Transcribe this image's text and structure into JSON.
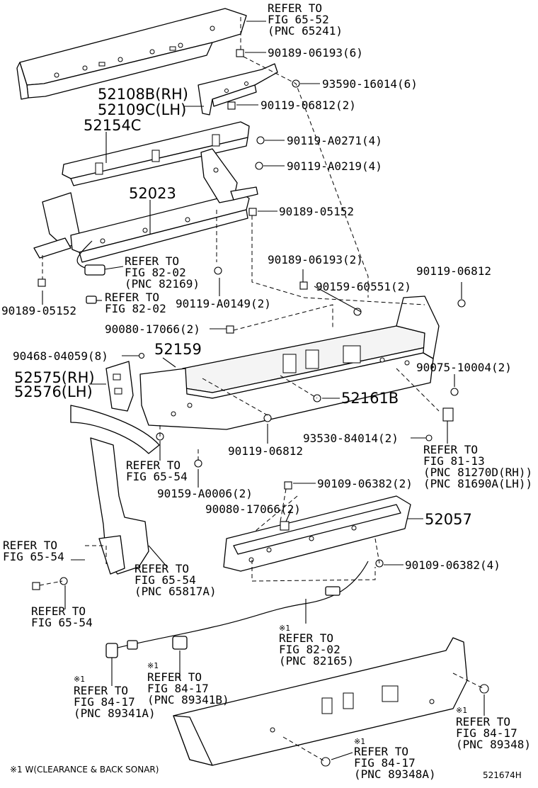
{
  "callouts": {
    "refer_65_52": [
      "REFER TO",
      "FIG 65-52",
      "(PNC 65241)"
    ],
    "p_90189_06193_6": "90189-06193(6)",
    "p_93590_16014_6": "93590-16014(6)",
    "p_52108B": "52108B(RH)",
    "p_52109C": "52109C(LH)",
    "p_90119_06812_2": "90119-06812(2)",
    "p_52154C": "52154C",
    "p_90119_A0271_4": "90119-A0271(4)",
    "p_90119_A0219_4": "90119-A0219(4)",
    "p_52023": "52023",
    "p_90189_05152_r": "90189-05152",
    "refer_82_02_a": [
      "REFER TO",
      "FIG 82-02",
      "(PNC 82169)"
    ],
    "refer_82_02_b": [
      "REFER TO",
      "FIG 82-02"
    ],
    "p_90189_05152_l": "90189-05152",
    "p_90119_A0149_2": "90119-A0149(2)",
    "p_90189_06193_2": "90189-06193(2)",
    "p_90159_60551_2": "90159-60551(2)",
    "p_90119_06812_r": "90119-06812",
    "p_90080_17066_2_a": "90080-17066(2)",
    "p_90468_04059_8": "90468-04059(8)",
    "p_52159": "52159",
    "p_52575": "52575(RH)",
    "p_52576": "52576(LH)",
    "p_90075_10004_2": "90075-10004(2)",
    "p_52161B": "52161B",
    "p_93530_84014_2": "93530-84014(2)",
    "refer_81_13": [
      "REFER TO",
      "FIG 81-13",
      "(PNC 81270D(RH))",
      "(PNC 81690A(LH))"
    ],
    "p_90119_06812_c": "90119-06812",
    "refer_65_54_a": [
      "REFER TO",
      "FIG 65-54"
    ],
    "p_90159_A0006_2": "90159-A0006(2)",
    "p_90109_06382_2": "90109-06382(2)",
    "p_90080_17066_2_b": "90080-17066(2)",
    "p_52057": "52057",
    "refer_65_54_b": [
      "REFER TO",
      "FIG 65-54"
    ],
    "refer_65_54_c": [
      "REFER TO",
      "FIG 65-54",
      "(PNC 65817A)"
    ],
    "p_90109_06382_4": "90109-06382(4)",
    "refer_65_54_d": [
      "REFER TO",
      "FIG 65-54"
    ],
    "refer_82_02_c": [
      "※1",
      "REFER TO",
      "FIG 82-02",
      "(PNC 82165)"
    ],
    "refer_84_17_a": [
      "※1",
      "REFER TO",
      "FIG 84-17",
      "(PNC 89341A)"
    ],
    "refer_84_17_b": [
      "※1",
      "REFER TO",
      "FIG 84-17",
      "(PNC 89341B)"
    ],
    "refer_84_17_c": [
      "※1",
      "REFER TO",
      "FIG 84-17",
      "(PNC 89348)"
    ],
    "refer_84_17_d": [
      "※1",
      "REFER TO",
      "FIG 84-17",
      "(PNC 89348A)"
    ]
  },
  "footnote": "※1 W(CLEARANCE & BACK SONAR)",
  "figure_id": "521674H"
}
